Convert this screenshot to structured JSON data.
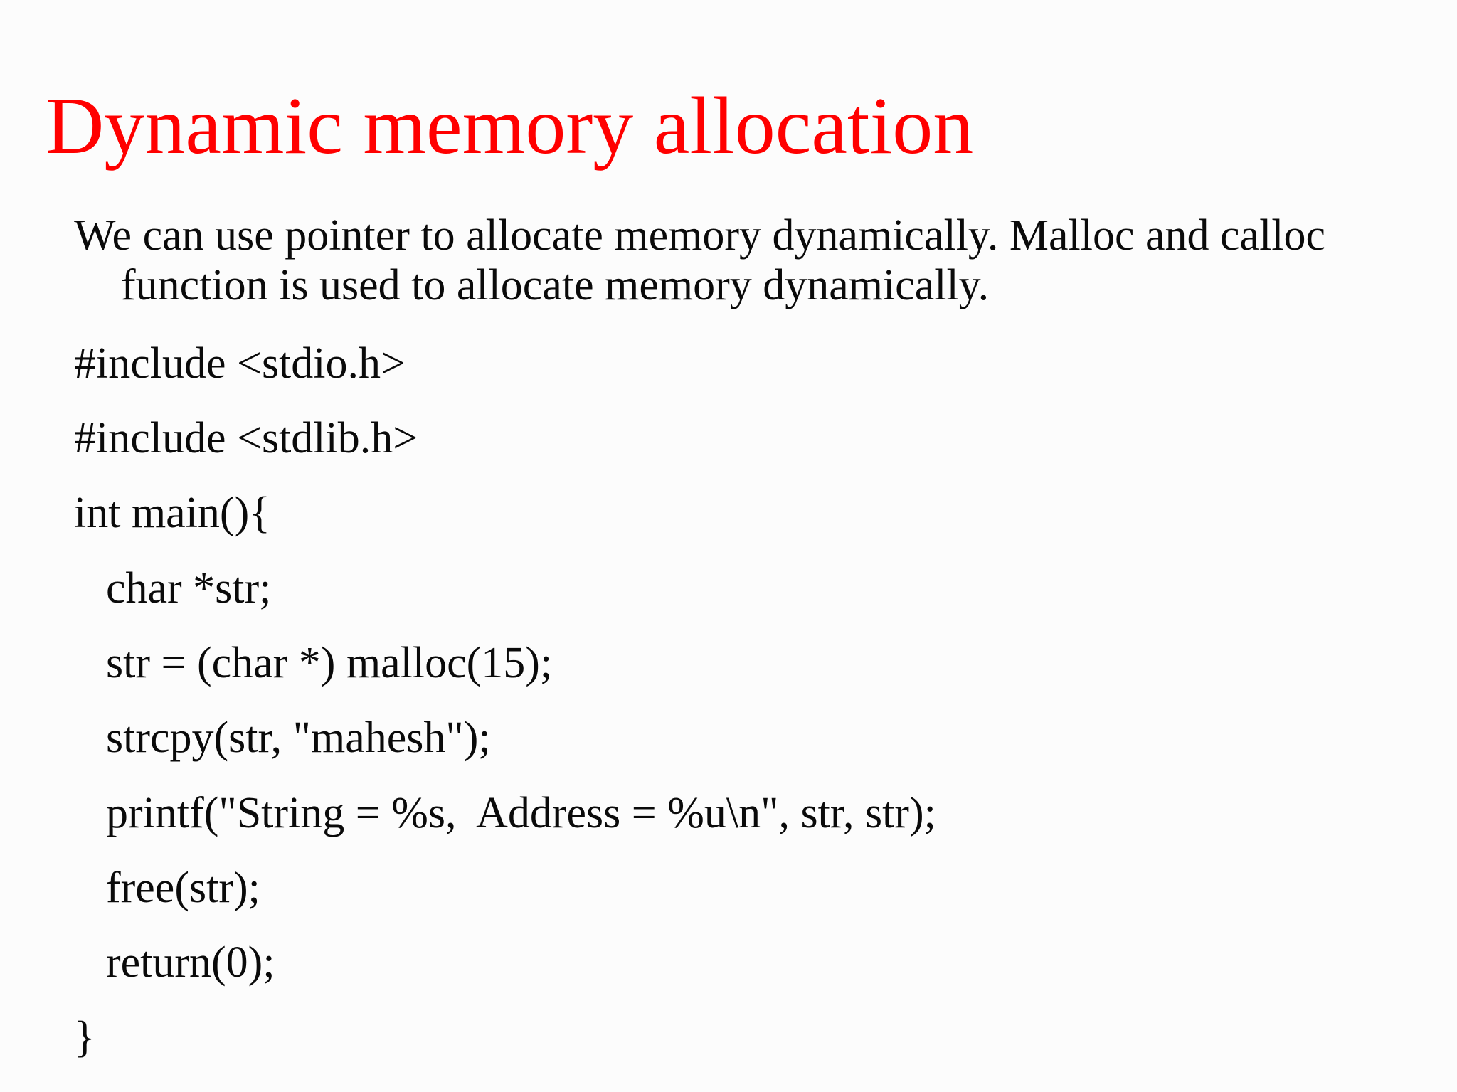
{
  "slide": {
    "title": "Dynamic memory allocation",
    "intro": {
      "line1": "We can use pointer to allocate memory dynamically. Malloc and calloc",
      "line2": "function is used to allocate memory dynamically."
    },
    "code": [
      "#include <stdio.h>",
      "#include <stdlib.h>",
      "int main(){",
      "char *str;",
      "str = (char *) malloc(15);",
      "strcpy(str, \"mahesh\");",
      "printf(\"String = %s,  Address = %u\\n\", str, str);",
      "free(str);",
      "return(0);",
      "}"
    ]
  },
  "colors": {
    "title": "#ff0000",
    "text": "#0a0a0a",
    "background": "#fcfcfc"
  }
}
